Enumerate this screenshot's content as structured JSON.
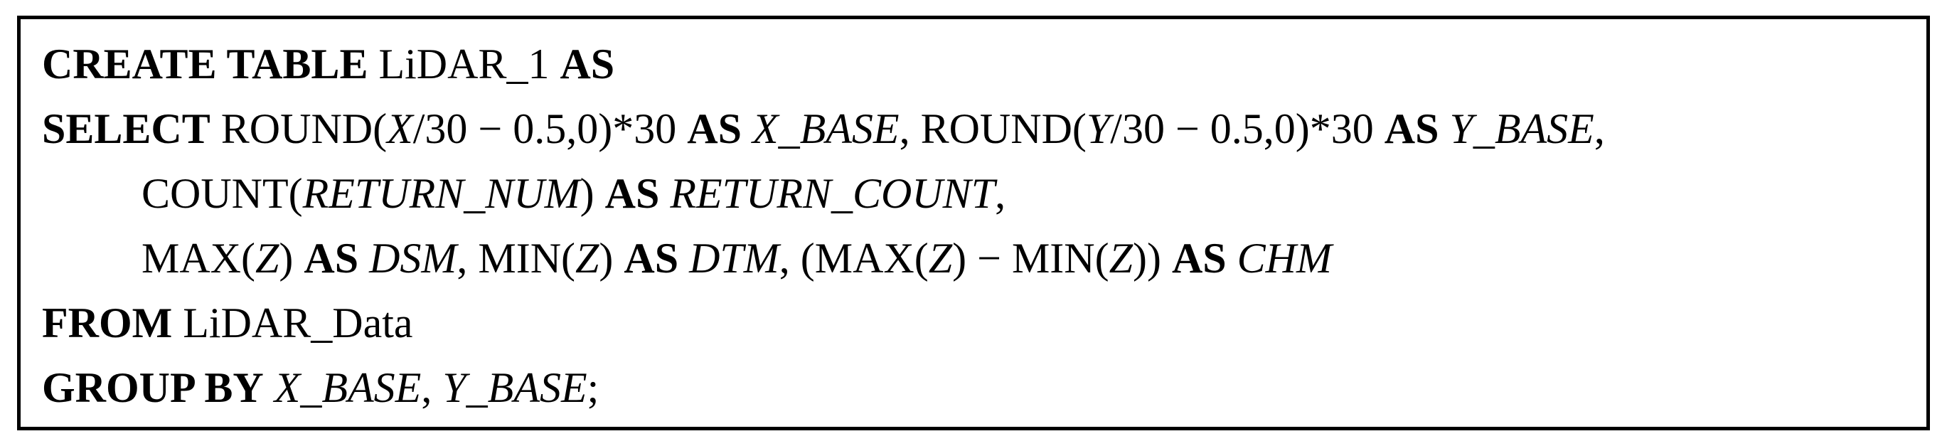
{
  "lines": [
    {
      "indent": false,
      "tokens": [
        {
          "t": "CREATE TABLE",
          "s": "kw"
        },
        {
          "t": " LiDAR_1 ",
          "s": "n"
        },
        {
          "t": "AS",
          "s": "kw"
        }
      ]
    },
    {
      "indent": false,
      "tokens": [
        {
          "t": "SELECT",
          "s": "kw"
        },
        {
          "t": " ROUND(",
          "s": "n"
        },
        {
          "t": "X",
          "s": "it"
        },
        {
          "t": "/30 − 0.5,0)*30 ",
          "s": "n"
        },
        {
          "t": "AS",
          "s": "kw"
        },
        {
          "t": " ",
          "s": "n"
        },
        {
          "t": "X_BASE",
          "s": "it"
        },
        {
          "t": ", ROUND(",
          "s": "n"
        },
        {
          "t": "Y",
          "s": "it"
        },
        {
          "t": "/30 − 0.5,0)*30 ",
          "s": "n"
        },
        {
          "t": "AS",
          "s": "kw"
        },
        {
          "t": " ",
          "s": "n"
        },
        {
          "t": "Y_BASE",
          "s": "it"
        },
        {
          "t": ",",
          "s": "n"
        }
      ]
    },
    {
      "indent": true,
      "tokens": [
        {
          "t": "COUNT(",
          "s": "n"
        },
        {
          "t": "RETURN_NUM",
          "s": "it"
        },
        {
          "t": ") ",
          "s": "n"
        },
        {
          "t": "AS",
          "s": "kw"
        },
        {
          "t": " ",
          "s": "n"
        },
        {
          "t": "RETURN_COUNT",
          "s": "it"
        },
        {
          "t": ",",
          "s": "n"
        }
      ]
    },
    {
      "indent": true,
      "tokens": [
        {
          "t": "MAX(",
          "s": "n"
        },
        {
          "t": "Z",
          "s": "it"
        },
        {
          "t": ") ",
          "s": "n"
        },
        {
          "t": "AS",
          "s": "kw"
        },
        {
          "t": " ",
          "s": "n"
        },
        {
          "t": "DSM",
          "s": "it"
        },
        {
          "t": ", MIN(",
          "s": "n"
        },
        {
          "t": "Z",
          "s": "it"
        },
        {
          "t": ") ",
          "s": "n"
        },
        {
          "t": "AS",
          "s": "kw"
        },
        {
          "t": " ",
          "s": "n"
        },
        {
          "t": "DTM",
          "s": "it"
        },
        {
          "t": ", (MAX(",
          "s": "n"
        },
        {
          "t": "Z",
          "s": "it"
        },
        {
          "t": ") − MIN(",
          "s": "n"
        },
        {
          "t": "Z",
          "s": "it"
        },
        {
          "t": ")) ",
          "s": "n"
        },
        {
          "t": "AS",
          "s": "kw"
        },
        {
          "t": " ",
          "s": "n"
        },
        {
          "t": "CHM",
          "s": "it"
        }
      ]
    },
    {
      "indent": false,
      "tokens": [
        {
          "t": "FROM",
          "s": "kw"
        },
        {
          "t": " LiDAR_Data",
          "s": "n"
        }
      ]
    },
    {
      "indent": false,
      "tokens": [
        {
          "t": "GROUP BY",
          "s": "kw"
        },
        {
          "t": " ",
          "s": "n"
        },
        {
          "t": "X_BASE",
          "s": "it"
        },
        {
          "t": ", ",
          "s": "n"
        },
        {
          "t": "Y_BASE",
          "s": "it"
        },
        {
          "t": ";",
          "s": "n"
        }
      ]
    }
  ]
}
